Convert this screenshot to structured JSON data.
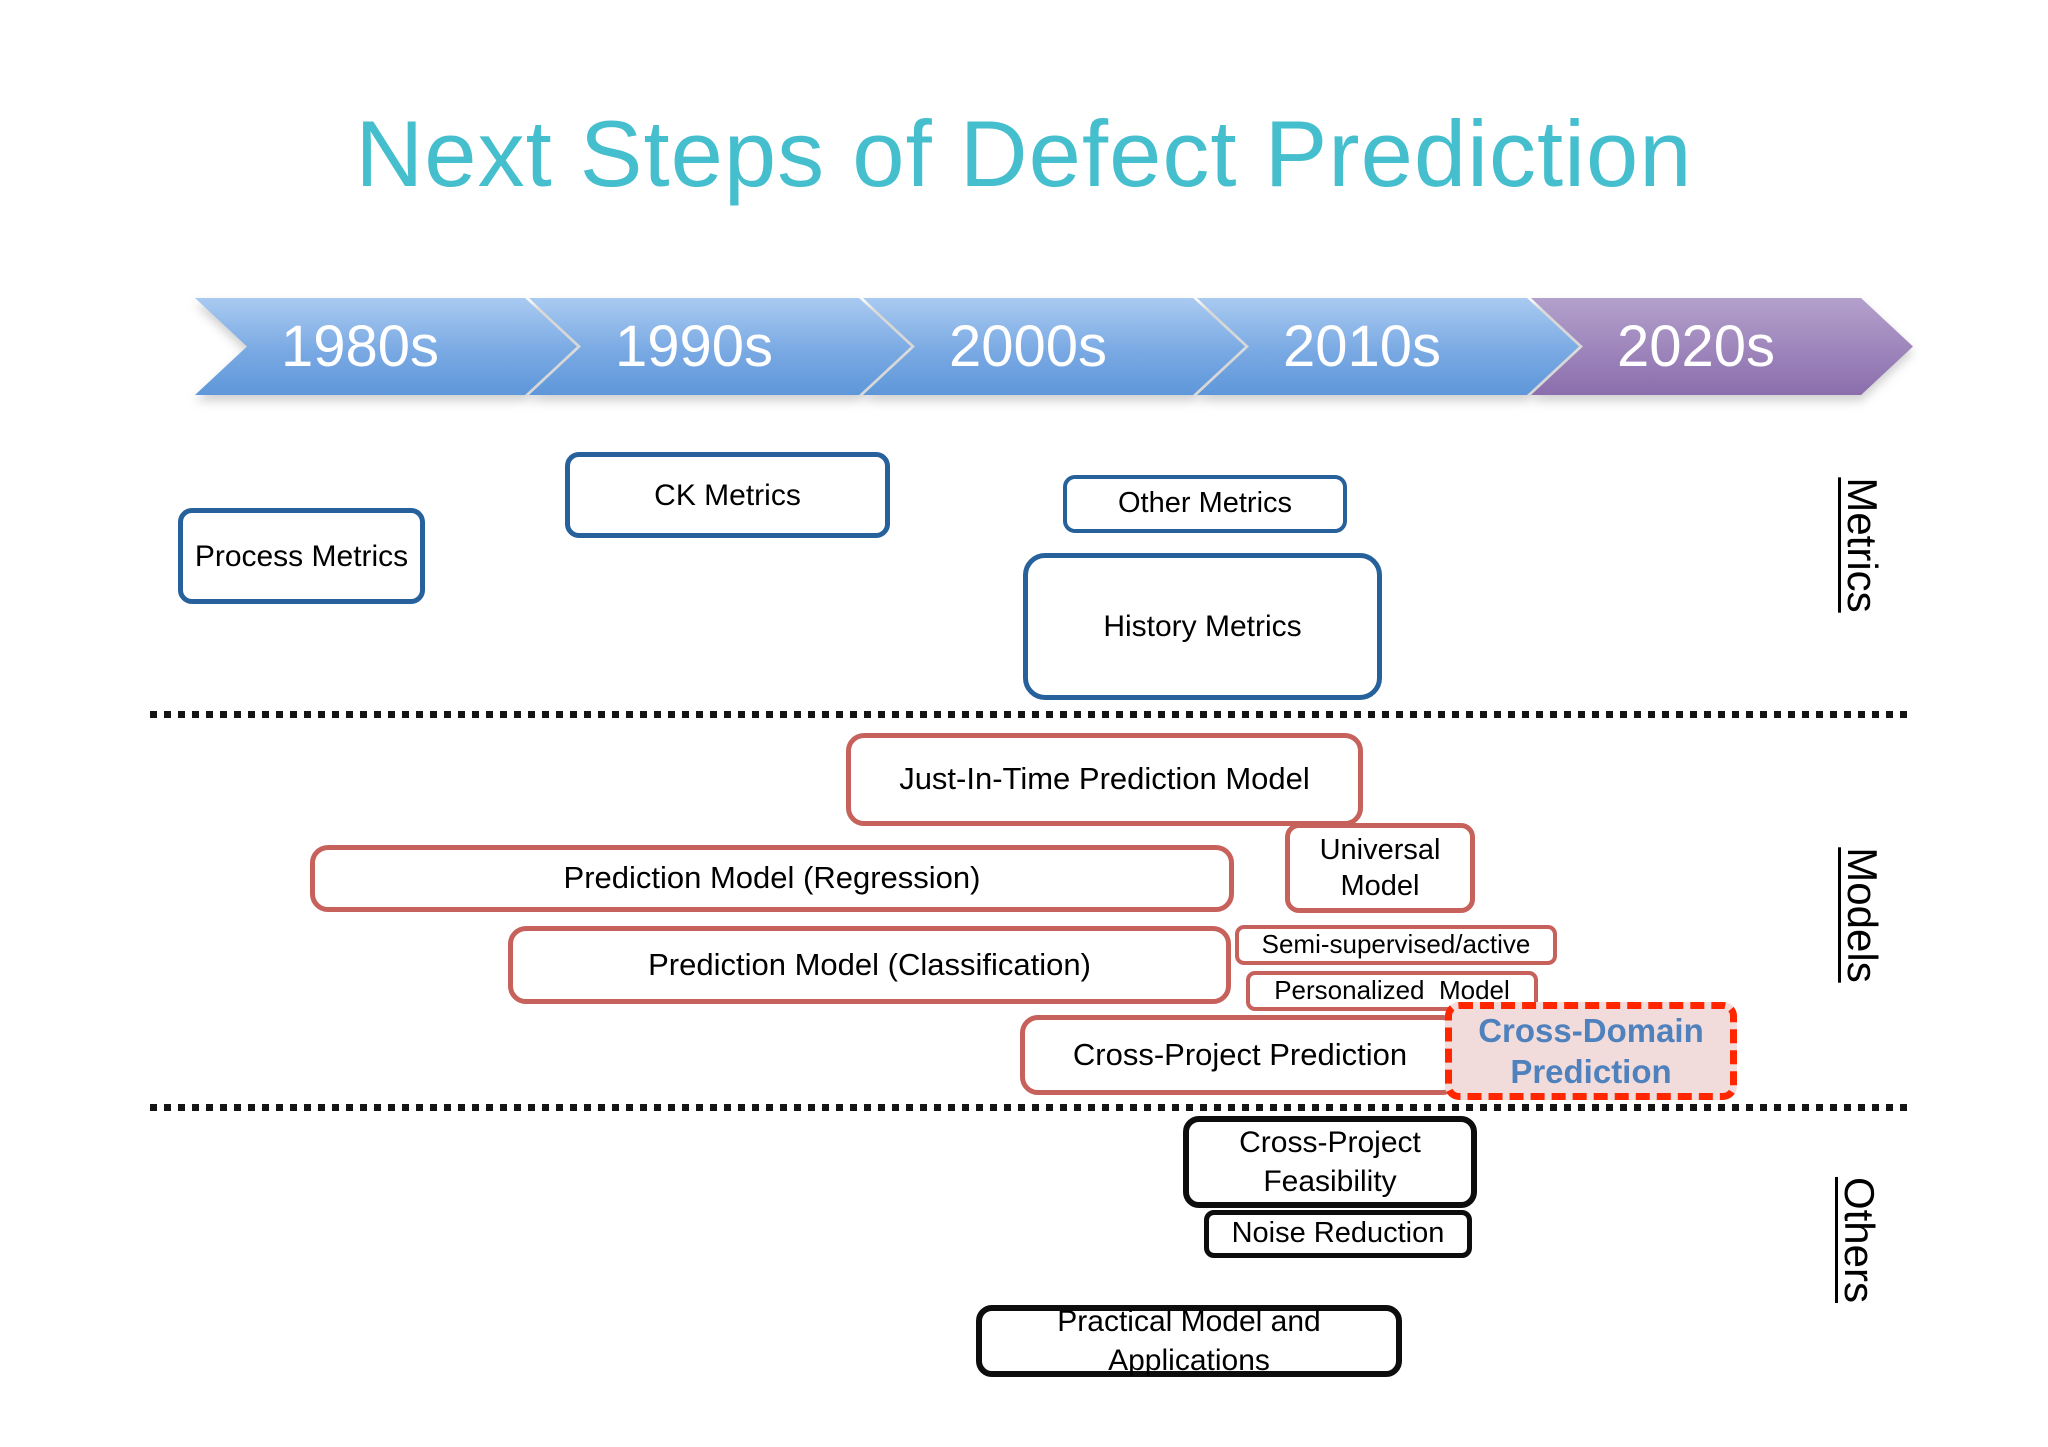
{
  "title": "Next Steps of Defect Prediction",
  "title_color": "#45BECD",
  "timeline": {
    "decades": [
      {
        "label": "1980s"
      },
      {
        "label": "1990s"
      },
      {
        "label": "2000s"
      },
      {
        "label": "2010s"
      },
      {
        "label": "2020s"
      }
    ],
    "blue_gradient_top": "#A9CAF1",
    "blue_gradient_bottom": "#5E97DA",
    "purple_gradient_top": "#B3A0CB",
    "purple_gradient_bottom": "#8B6EAD"
  },
  "sections": {
    "metrics": {
      "label": "Metrics",
      "accent_color": "#27619C",
      "boxes": [
        {
          "label": "Process Metrics"
        },
        {
          "label": "CK Metrics"
        },
        {
          "label": "Other Metrics"
        },
        {
          "label": "History Metrics"
        }
      ]
    },
    "models": {
      "label": "Models",
      "accent_color": "#C7615C",
      "boxes": [
        {
          "label": "Just-In-Time Prediction Model"
        },
        {
          "label": "Prediction Model (Regression)"
        },
        {
          "label": "Universal Model"
        },
        {
          "label": "Prediction Model (Classification)"
        },
        {
          "label": "Semi-supervised/active"
        },
        {
          "label": "Personalized  Model"
        },
        {
          "label": "Cross-Project Prediction"
        },
        {
          "label": "Cross-Domain Prediction"
        }
      ]
    },
    "others": {
      "label": "Others",
      "accent_color": "#0d0d0d",
      "boxes": [
        {
          "label": "Cross-Project Feasibility"
        },
        {
          "label": "Noise Reduction"
        },
        {
          "label": "Practical Model and Applications"
        }
      ]
    }
  },
  "highlight_box": {
    "fill": "#F2DCDB",
    "border": "#FF2600",
    "text_color": "#4F81BD"
  }
}
